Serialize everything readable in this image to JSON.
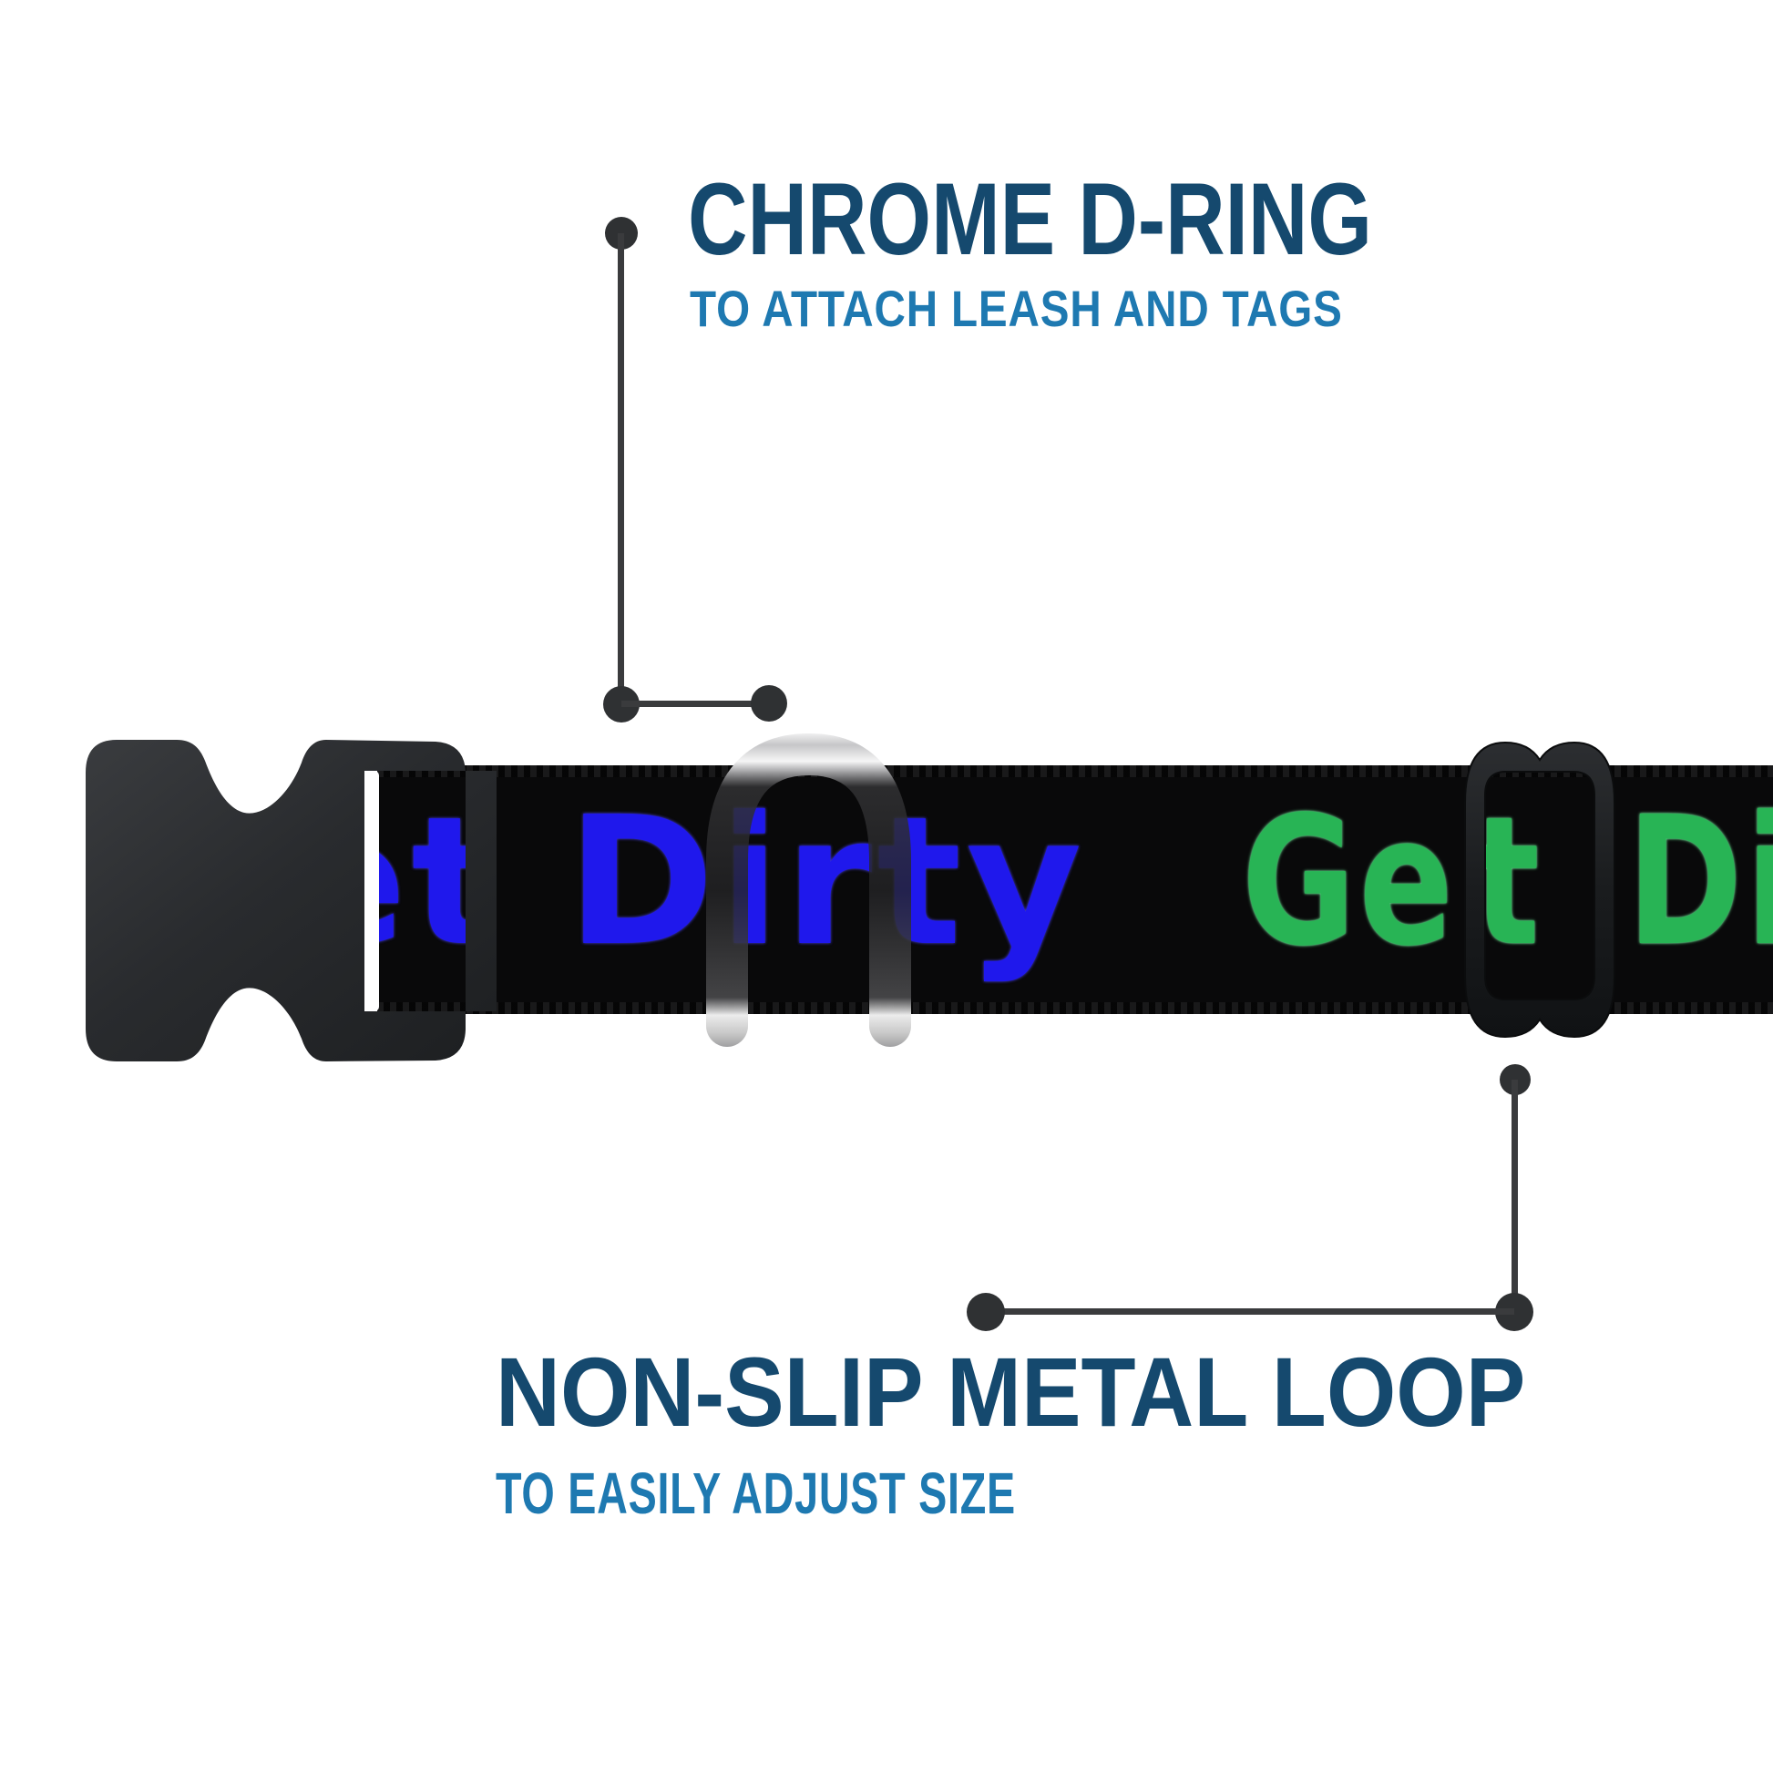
{
  "callouts": {
    "top": {
      "title": "CHROME D-RING",
      "subtitle": "TO ATTACH LEASH AND TAGS"
    },
    "bottom": {
      "title": "NON-SLIP METAL LOOP",
      "subtitle": "TO EASILY ADJUST SIZE"
    }
  },
  "collar": {
    "print_phrase": "Get Dirty",
    "left_segment_text": "et Dirty",
    "right_segment_text_start": "Ge",
    "right_segment_text_in_loop": "t",
    "right_segment_text_end": "Di"
  },
  "components": {
    "buckle": "plastic side-release buckle",
    "d_ring": "chrome D-ring",
    "metal_loop": "non-slip metal loop slider"
  },
  "colors": {
    "heading_navy": "#15496e",
    "subheading_blue": "#1e79b1",
    "print_blue": "#1f18ec",
    "print_green": "#28b455",
    "webbing_black": "#09090a",
    "connector_gray": "#3a3b3d",
    "chrome_light": "#f4f4f4",
    "chrome_dark": "#8a8a8a",
    "buckle_charcoal": "#2a2c2f"
  }
}
